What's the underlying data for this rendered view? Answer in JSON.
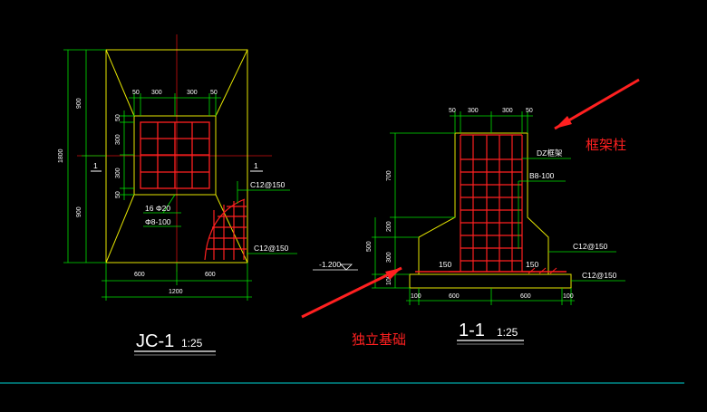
{
  "plan": {
    "dims_left": [
      "900",
      "1800",
      "900"
    ],
    "dims_top": [
      "50",
      "300",
      "300",
      "50"
    ],
    "dims_side": [
      "50",
      "300",
      "300",
      "50"
    ],
    "dims_bottom": [
      "600",
      "600",
      "1200"
    ],
    "section_marker": "1",
    "rebar_main": "16 Φ20",
    "stirrup": "Φ8-100",
    "mesh_label_1": "C12@150",
    "mesh_label_2": "C12@150",
    "title_main": "JC-1",
    "title_scale": "1:25"
  },
  "section": {
    "dims_top": [
      "50",
      "300",
      "300",
      "50"
    ],
    "dims_left": [
      "700",
      "200",
      "500",
      "300",
      "100"
    ],
    "dims_bottom": [
      "100",
      "600",
      "600",
      "100"
    ],
    "column_label": "DZ框架",
    "stirrup": "B8-100",
    "elevation": "-1.200",
    "cover_left": "150",
    "cover_right": "150",
    "mesh_label_1": "C12@150",
    "mesh_label_2": "C12@150",
    "title_main": "1-1",
    "title_scale": "1:25"
  },
  "annotations": {
    "frame_column": "框架柱",
    "isolated_footing": "独立基础"
  },
  "colors": {
    "background": "#000000",
    "outline": "#e6e600",
    "rebar": "#ff2020",
    "dimension": "#00e000",
    "axis": "#d01010",
    "divider": "#00aaaa"
  }
}
